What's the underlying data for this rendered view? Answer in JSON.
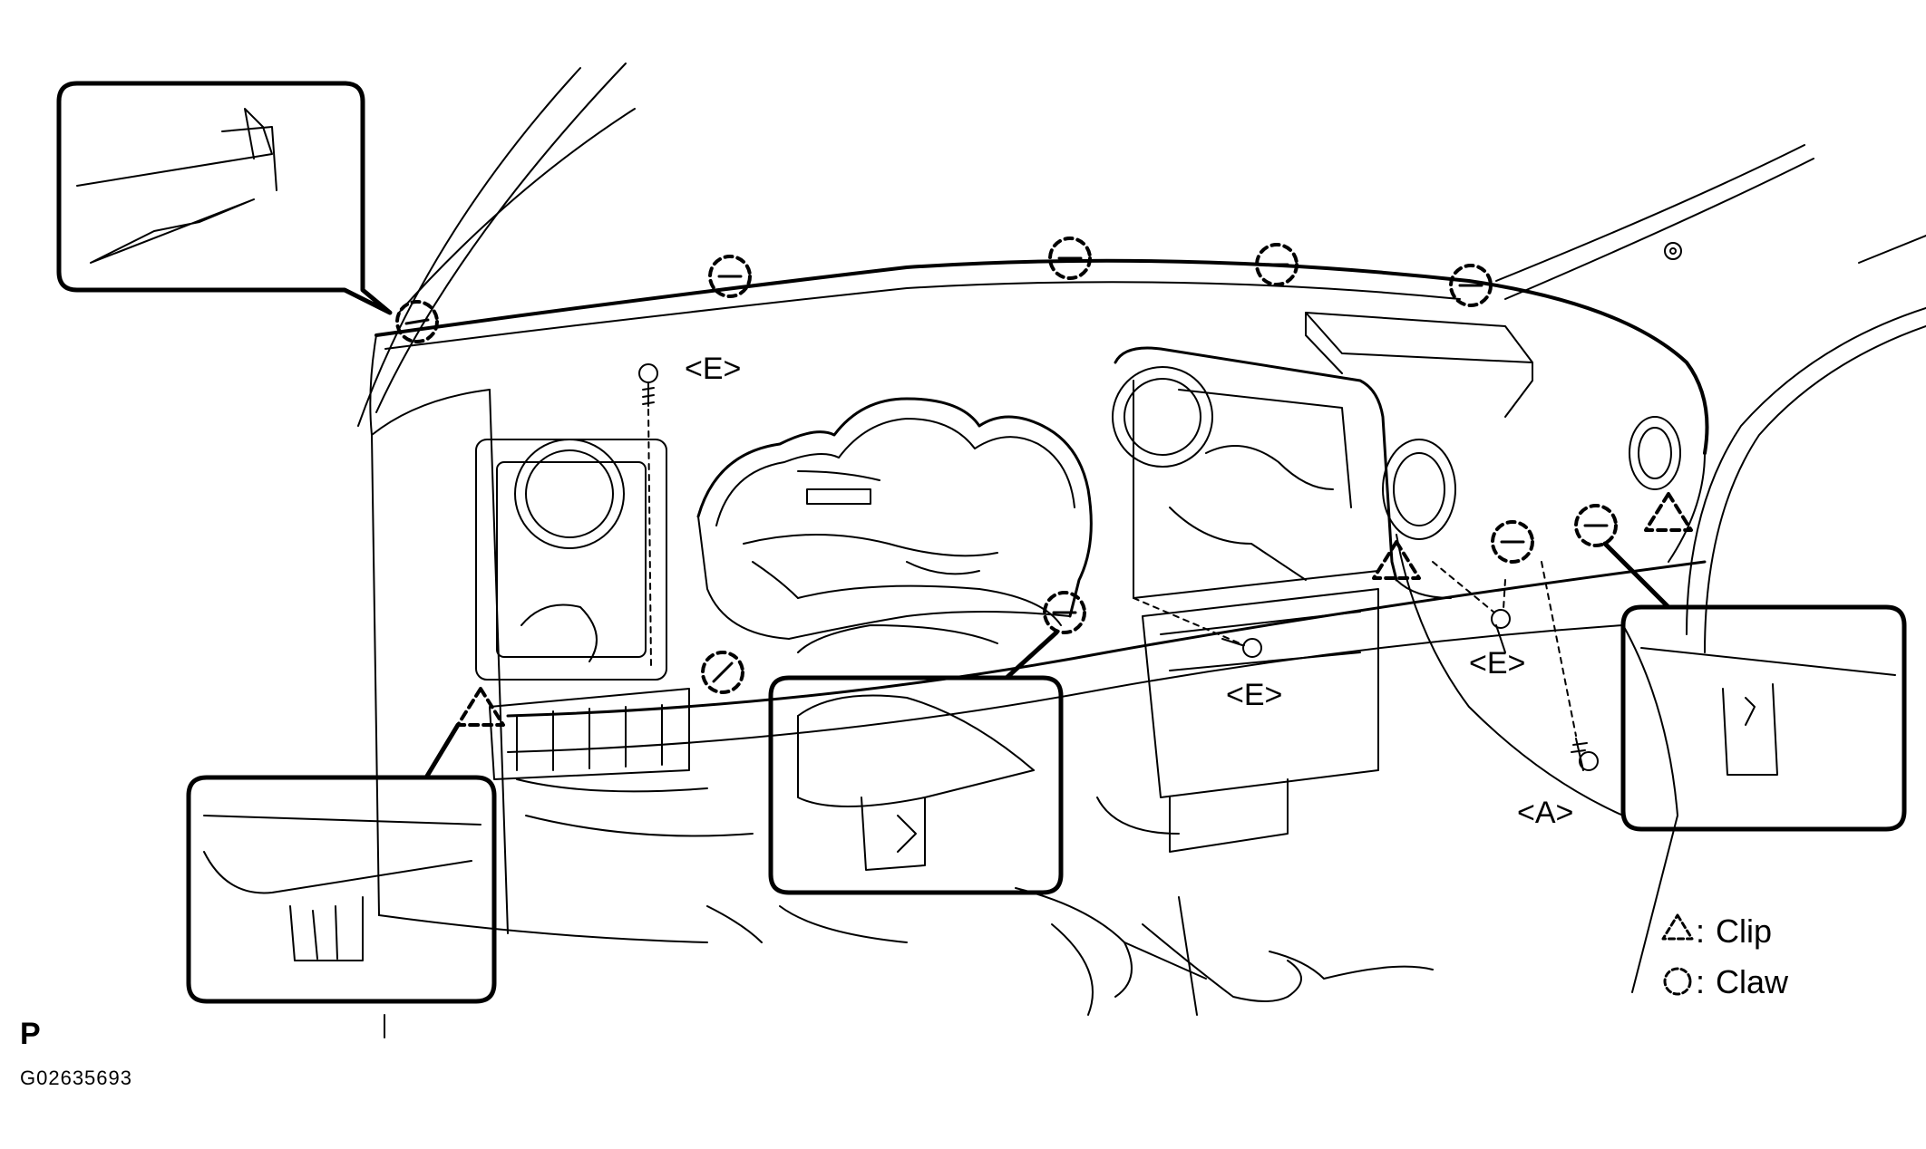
{
  "labels": {
    "screw_e": "<E>",
    "screw_a": "<A>"
  },
  "legend": {
    "clip": "Clip",
    "claw": "Claw",
    "separator": ":"
  },
  "footer": {
    "corner_letter": "P",
    "figure_id": "G02635693"
  },
  "colors": {
    "line": "#000000",
    "background": "#ffffff"
  }
}
